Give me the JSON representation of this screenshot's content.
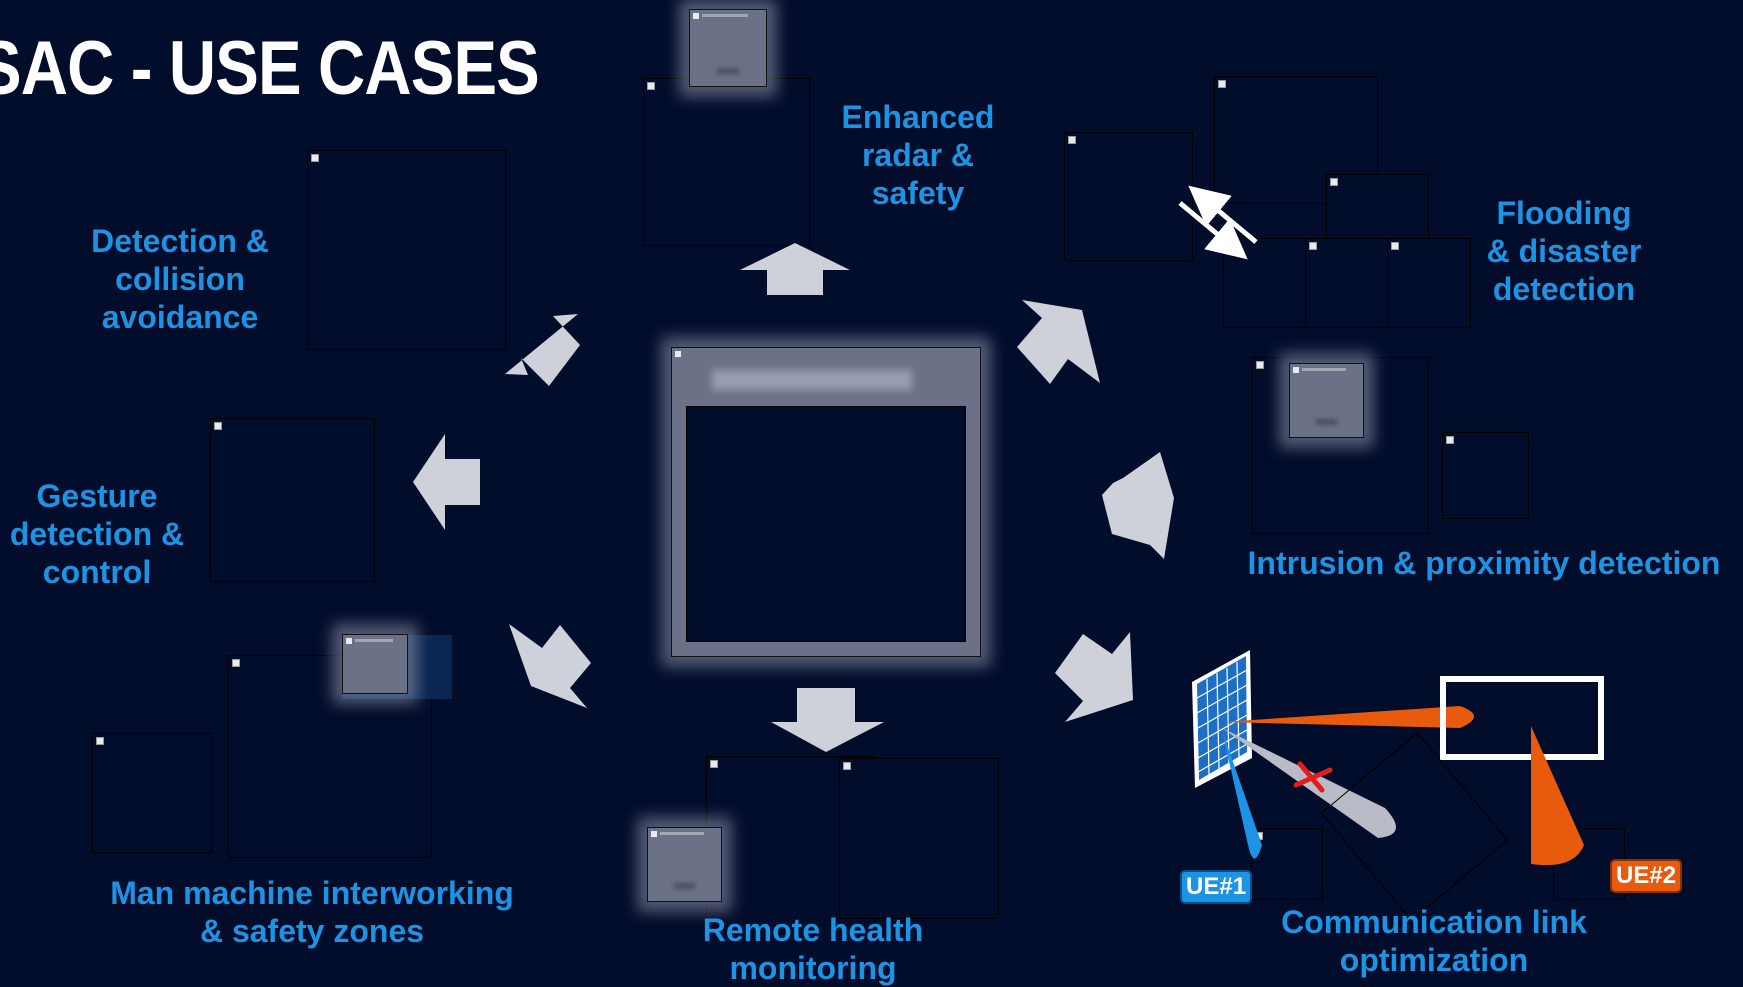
{
  "title": "SAC - USE CASES",
  "use_cases": [
    {
      "id": "enhanced-radar",
      "label": "Enhanced\nradar &\nsafety"
    },
    {
      "id": "flooding",
      "label": "Flooding\n& disaster\ndetection"
    },
    {
      "id": "intrusion",
      "label": "Intrusion & proximity detection"
    },
    {
      "id": "communication",
      "label": "Communication link\noptimization"
    },
    {
      "id": "remote-health",
      "label": "Remote health\nmonitoring"
    },
    {
      "id": "man-machine",
      "label": "Man machine interworking\n& safety zones"
    },
    {
      "id": "gesture",
      "label": "Gesture\ndetection &\ncontrol"
    },
    {
      "id": "collision",
      "label": "Detection &\ncollision\navoidance"
    }
  ],
  "ue_labels": {
    "ue1": "UE#1",
    "ue2": "UE#2"
  },
  "colors": {
    "background": "#020c2b",
    "label": "#1c93e3",
    "arrow": "#cfd1da",
    "beam_orange": "#e85a0c",
    "beam_blue": "#1c93e3",
    "blocked_x": "#e31c1c"
  }
}
